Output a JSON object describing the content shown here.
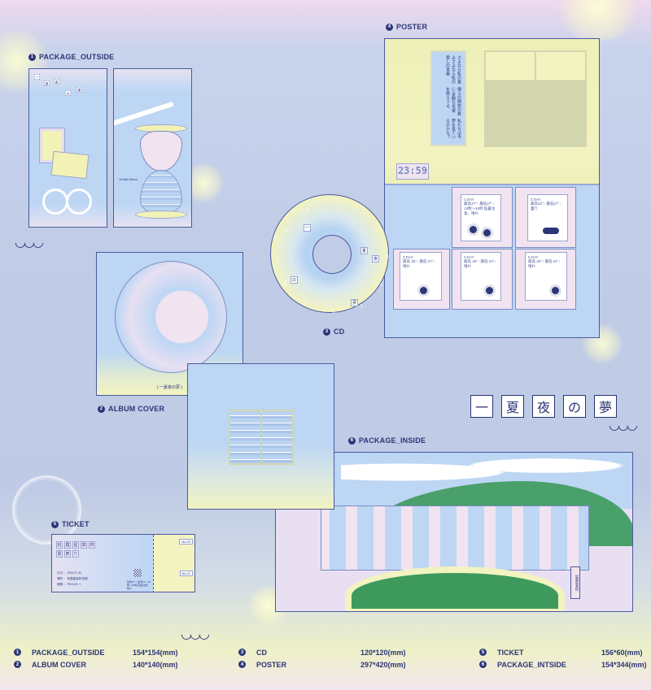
{
  "labels": {
    "package_outside": {
      "num": "1",
      "text": "PACKAGE_OUTSIDE"
    },
    "album_cover": {
      "num": "2",
      "text": "ALBUM COVER"
    },
    "cd": {
      "num": "3",
      "text": "CD"
    },
    "poster": {
      "num": "4",
      "text": "POSTER"
    },
    "ticket": {
      "num": "5",
      "text": "TICKET"
    },
    "package_inside": {
      "num": "6",
      "text": "PACKAGE_INSIDE"
    }
  },
  "title_chars": [
    "一",
    "夏",
    "夜",
    "の",
    "夢"
  ],
  "package_outside": {
    "chars": [
      "一",
      "夏",
      "夜",
      "の",
      "夢"
    ],
    "subtitle": "1st Mini Album"
  },
  "album_cover": {
    "caption": "(  一夏夜の夢  )"
  },
  "cd": {
    "clock_numbers": [
      "12",
      "1",
      "2",
      "3",
      "4",
      "5",
      "6",
      "7",
      "8",
      "9",
      "10",
      "11"
    ],
    "chars": [
      "一",
      "夏",
      "夜",
      "の",
      "夢"
    ]
  },
  "poster": {
    "poem": [
      "私たちは今夢を見ているのかな？",
      "僕らの開始の夏に 素敵な花束を贈ろうよ。",
      "さよなら私の夏よさよなら私の愛しの青春"
    ],
    "clock": "23:59",
    "cards": [
      {
        "day": "1 DAY",
        "text": "最高37°↑ 最低27°↓ 13時〜16時 猛暑注意。晴れ"
      },
      {
        "day": "2 DAY",
        "text": "最高33°↑ 最低27°↓ 曇り"
      },
      {
        "day": "3 DAY",
        "text": "最高 35°↑ 最低 27°↓ 晴れ"
      },
      {
        "day": "4 DAY",
        "text": "最高 29°↑ 最低 23°↓ 晴れ"
      },
      {
        "day": "5 DAY",
        "text": "最高 30°↑ 最低 22°↓ 晴れ"
      }
    ]
  },
  "ticket": {
    "chars": [
      "松",
      "霞",
      "星",
      "高",
      "校",
      "霊",
      "祭",
      "り"
    ],
    "rows": [
      "日付 ： 2024.07.31",
      "場所 ： 松霞星高校 校庭",
      "時間 ： PM 6:00 〜"
    ],
    "note": "最低27°↑ 最低27°↓ 19時〜22時 猛暑注意。晴れ",
    "no1": "No.20",
    "no2": "No.11"
  },
  "package_inside": {
    "sign": "松霞星高校"
  },
  "legend": [
    {
      "num": "1",
      "name": "PACKAGE_OUTSIDE",
      "size": "154*154(mm)"
    },
    {
      "num": "3",
      "name": "CD",
      "size": "120*120(mm)"
    },
    {
      "num": "5",
      "name": "TICKET",
      "size": "156*60(mm)"
    },
    {
      "num": "2",
      "name": "ALBUM COVER",
      "size": "140*140(mm)"
    },
    {
      "num": "4",
      "name": "POSTER",
      "size": "297*420(mm)"
    },
    {
      "num": "6",
      "name": "PACKAGE_INTSIDE",
      "size": "154*344(mm)"
    }
  ],
  "colors": {
    "navy": "#2c3576",
    "sky": "#bcd6f4",
    "cream": "#f1f3b4",
    "pink": "#f1e3f0",
    "green": "#4aa06a"
  }
}
